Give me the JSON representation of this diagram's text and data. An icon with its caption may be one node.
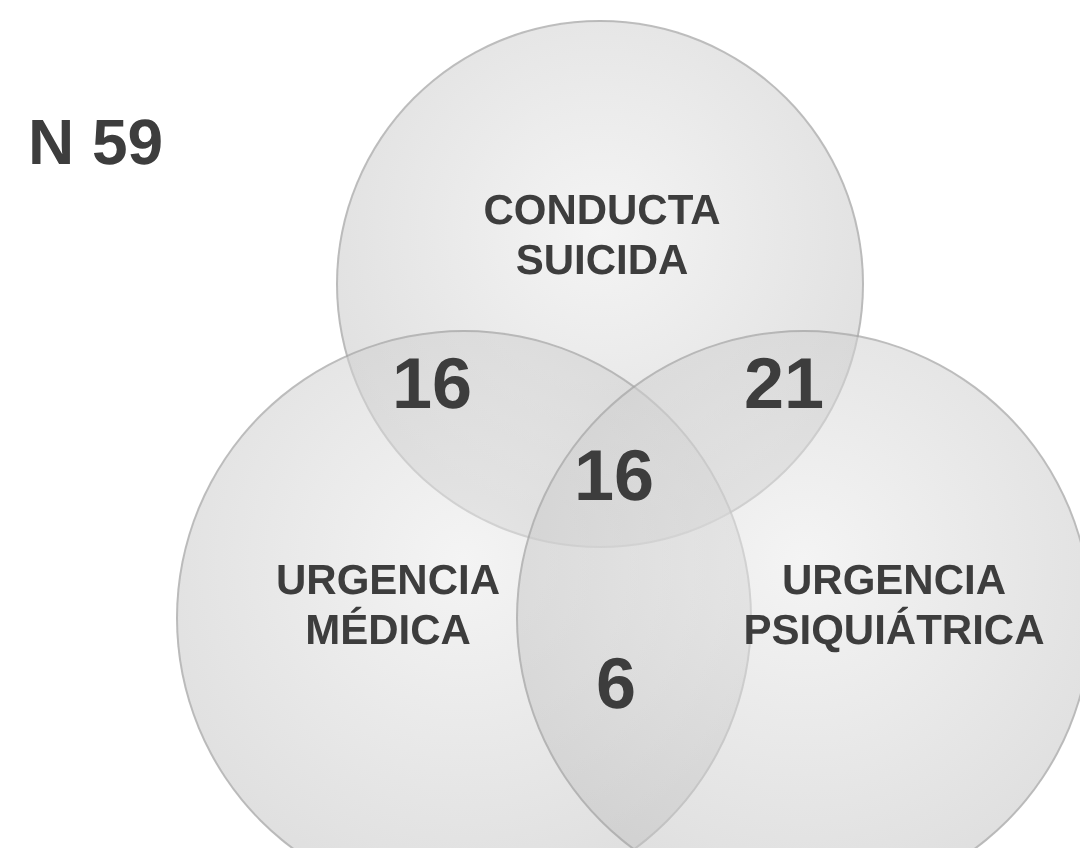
{
  "diagram": {
    "title": "N 59",
    "nodes": [
      {
        "text": [
          "CONDUCTA SUICIDA"
        ]
      },
      {
        "text": [
          "URGENCIA MÉDICA"
        ]
      },
      {
        "text": [
          "URGENCIA PSIQUIÁTRICA"
        ]
      }
    ],
    "labels": [
      "16",
      "21",
      "16",
      "6"
    ]
  }
}
